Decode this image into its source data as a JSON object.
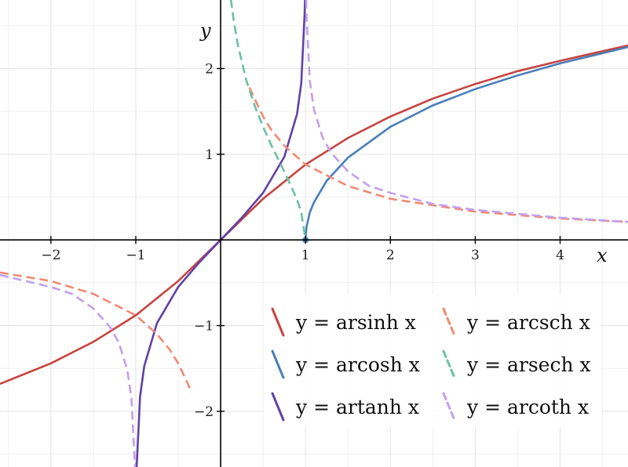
{
  "chart_data": {
    "type": "line",
    "title": "",
    "xlabel": "x",
    "ylabel": "y",
    "xlim": [
      -2.6,
      4.8
    ],
    "ylim": [
      -2.65,
      2.8
    ],
    "grid": true,
    "x_ticks": [
      {
        "value": -2,
        "label": "−2"
      },
      {
        "value": -1,
        "label": "−1"
      },
      {
        "value": 1,
        "label": "1"
      },
      {
        "value": 2,
        "label": "2"
      },
      {
        "value": 3,
        "label": "3"
      },
      {
        "value": 4,
        "label": "4"
      }
    ],
    "y_ticks": [
      {
        "value": -2,
        "label": "−2"
      },
      {
        "value": -1,
        "label": "−1"
      },
      {
        "value": 1,
        "label": "1"
      },
      {
        "value": 2,
        "label": "2"
      }
    ],
    "legend_position": "bottom-right",
    "series": [
      {
        "name": "y = arsinh x",
        "key": "arsinh",
        "color": "#c74440",
        "dashed": false,
        "x": [
          -2.6,
          -2,
          -1.5,
          -1,
          -0.5,
          0,
          0.5,
          1,
          1.5,
          2,
          2.5,
          3,
          3.5,
          4,
          4.8
        ],
        "y": [
          -1.68,
          -1.44,
          -1.19,
          -0.88,
          -0.48,
          0,
          0.48,
          0.88,
          1.19,
          1.44,
          1.65,
          1.82,
          1.97,
          2.09,
          2.27
        ]
      },
      {
        "name": "y = arcosh x",
        "key": "arcosh",
        "color": "#4a7fba",
        "dashed": false,
        "x": [
          1,
          1.01,
          1.05,
          1.1,
          1.25,
          1.5,
          2,
          2.5,
          3,
          3.5,
          4,
          4.8
        ],
        "y": [
          0,
          0.14,
          0.32,
          0.44,
          0.69,
          0.96,
          1.32,
          1.57,
          1.76,
          1.92,
          2.06,
          2.25
        ]
      },
      {
        "name": "y = artanh x",
        "key": "artanh",
        "color": "#6042a6",
        "dashed": false,
        "x": [
          -0.994,
          -0.99,
          -0.95,
          -0.9,
          -0.75,
          -0.5,
          -0.25,
          0,
          0.25,
          0.5,
          0.75,
          0.9,
          0.95,
          0.99,
          0.994
        ],
        "y": [
          -2.6,
          -2.65,
          -1.83,
          -1.47,
          -0.97,
          -0.55,
          -0.26,
          0,
          0.26,
          0.55,
          0.97,
          1.47,
          1.83,
          2.65,
          2.8
        ]
      },
      {
        "name": "y = arcsch x",
        "key": "arcsch",
        "color": "#f08a72",
        "dashed": true,
        "x": [
          -2.6,
          -2,
          -1.5,
          -1,
          -0.75,
          -0.6,
          -0.5,
          -0.4,
          -0.34
        ],
        "y": [
          -0.38,
          -0.48,
          -0.63,
          -0.88,
          -1.1,
          -1.28,
          -1.44,
          -1.65,
          -1.78
        ],
        "x2": [
          0.34,
          0.4,
          0.5,
          0.6,
          0.75,
          1,
          1.5,
          2,
          3,
          4,
          4.8
        ],
        "y2": [
          1.78,
          1.65,
          1.44,
          1.28,
          1.1,
          0.88,
          0.63,
          0.48,
          0.33,
          0.25,
          0.21
        ]
      },
      {
        "name": "y = arsech x",
        "key": "arsech",
        "color": "#6ac1a0",
        "dashed": true,
        "x": [
          0.12,
          0.15,
          0.2,
          0.3,
          0.4,
          0.5,
          0.6,
          0.7,
          0.8,
          0.9,
          0.95,
          1
        ],
        "y": [
          2.81,
          2.59,
          2.29,
          1.87,
          1.57,
          1.32,
          1.1,
          0.9,
          0.69,
          0.47,
          0.32,
          0
        ]
      },
      {
        "name": "y = arcoth x",
        "key": "arcoth",
        "color": "#c3a0ee",
        "dashed": true,
        "x": [
          -2.6,
          -2,
          -1.75,
          -1.5,
          -1.3,
          -1.2,
          -1.1,
          -1.05,
          -1.01
        ],
        "y": [
          -0.41,
          -0.55,
          -0.63,
          -0.8,
          -1.02,
          -1.2,
          -1.52,
          -1.86,
          -2.65
        ],
        "x2": [
          1.008,
          1.01,
          1.05,
          1.1,
          1.2,
          1.3,
          1.5,
          1.75,
          2,
          2.5,
          3,
          4,
          4.8
        ],
        "y2": [
          2.8,
          2.65,
          1.86,
          1.52,
          1.2,
          1.02,
          0.8,
          0.63,
          0.55,
          0.42,
          0.35,
          0.26,
          0.21
        ]
      }
    ],
    "points": [
      {
        "x": 1,
        "y": 0,
        "color": "#4a7fba"
      }
    ]
  }
}
